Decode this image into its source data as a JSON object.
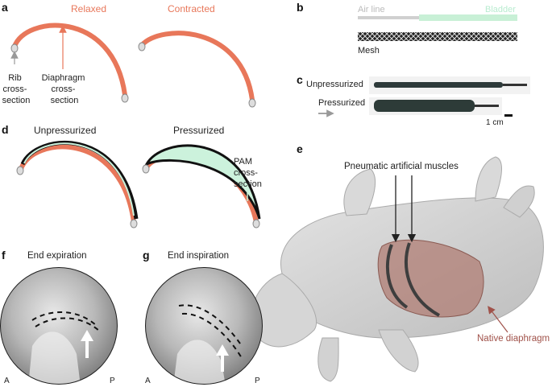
{
  "panels": {
    "a": {
      "letter": "a",
      "relaxed": "Relaxed",
      "contracted": "Contracted",
      "rib_1": "Rib",
      "rib_2": "cross-",
      "rib_3": "section",
      "dia_1": "Diaphragm",
      "dia_2": "cross-",
      "dia_3": "section"
    },
    "b": {
      "letter": "b",
      "air_line": "Air line",
      "bladder": "Bladder",
      "mesh": "Mesh"
    },
    "c": {
      "letter": "c",
      "unpressurized": "Unpressurized",
      "pressurized": "Pressurized",
      "scale": "1 cm"
    },
    "d": {
      "letter": "d",
      "unpressurized": "Unpressurized",
      "pressurized": "Pressurized",
      "pam_1": "PAM",
      "pam_2": "cross-",
      "pam_3": "section"
    },
    "e": {
      "letter": "e",
      "muscles": "Pneumatic artificial muscles",
      "native": "Native diaphragm"
    },
    "f": {
      "letter": "f",
      "title": "End expiration",
      "left": "A",
      "right": "P"
    },
    "g": {
      "letter": "g",
      "title": "End inspiration",
      "left": "A",
      "right": "P"
    }
  },
  "colors": {
    "diaphragm": "#e8775a",
    "pam_fill": "#ccf2dc",
    "bladder": "#c8f0d6",
    "air_line": "#d0d0d0",
    "native_label": "#a0524a"
  }
}
